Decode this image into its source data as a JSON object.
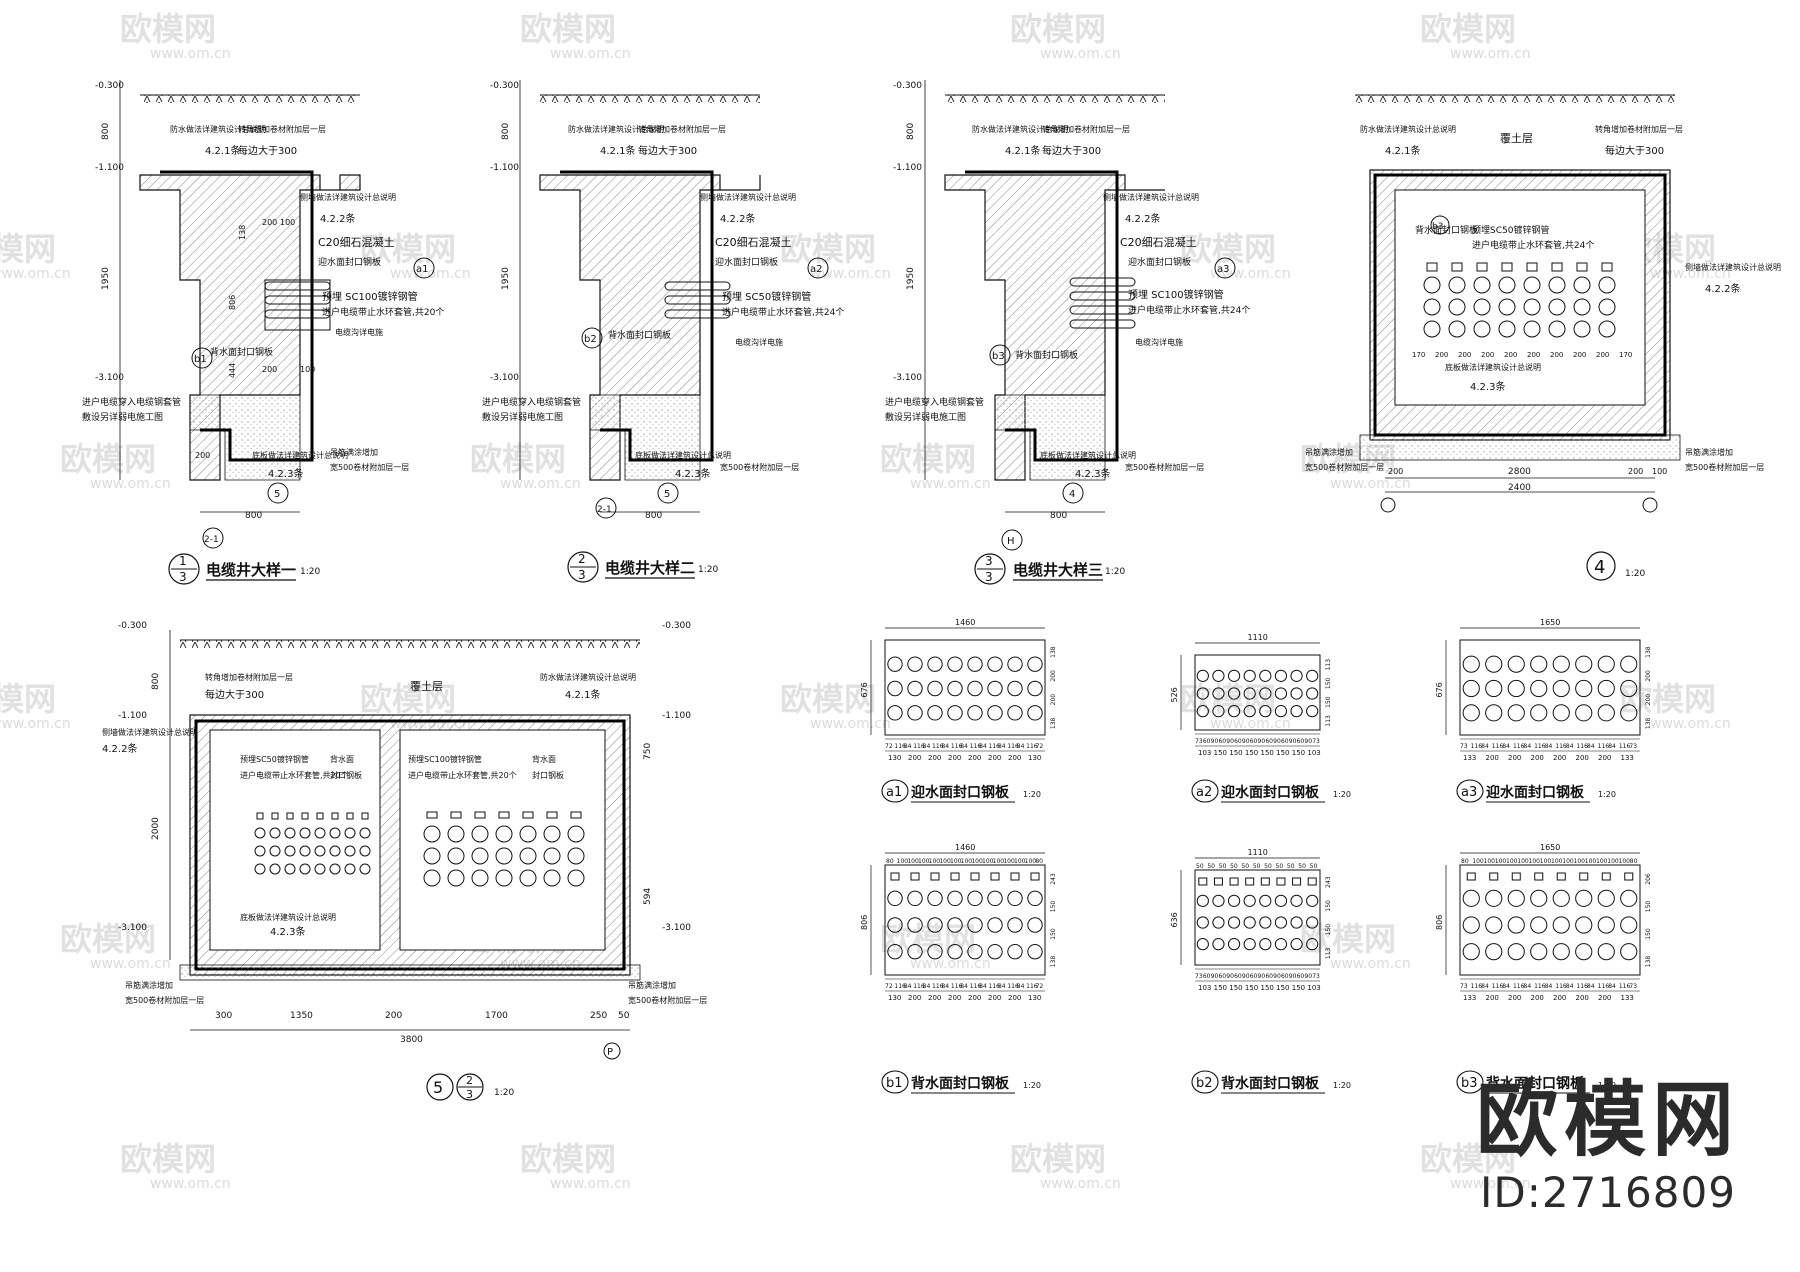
{
  "watermark": {
    "brand": "欧模网",
    "url": "www.om.cn"
  },
  "corner_brand": {
    "name": "欧模网",
    "id": "ID:2716809"
  },
  "panels": {
    "p1": {
      "num_top": "1",
      "num_bot": "3",
      "title": "电缆井大样一",
      "scale": "1:20",
      "axis": "2-1",
      "callout_a": "a1",
      "callout_b": "b1",
      "callout_mark": "5",
      "notes": {
        "n1": "防水做法详建筑设计总说明",
        "n2": "4.2.1条",
        "n3": "转角增加卷材附加层一层",
        "n4": "每边大于300",
        "n5": "侧墙做法详建筑设计总说明",
        "n6": "4.2.2条",
        "n7": "C20细石混凝土",
        "n8": "迎水面封口钢板",
        "n9": "预埋 SC100镀锌钢管",
        "n10": "进户电缆带止水环套管,共20个",
        "n11": "电缆沟详电施",
        "n12": "背水面封口钢板",
        "n13": "进户电缆穿入电缆钢套管",
        "n14": "敷设另详弱电施工图",
        "n15": "底板做法详建筑设计总说明",
        "n16": "4.2.3条",
        "n17": "吊筋满涂增加",
        "n18": "宽500卷材附加层一层"
      },
      "dims": {
        "top": "800",
        "mid": "1950",
        "el1": "-0.300",
        "el2": "-1.100",
        "el3": "-3.100",
        "bottom": "800",
        "d200": "200",
        "d100": "100",
        "d138": "138",
        "d806": "806",
        "d444": "444"
      }
    },
    "p2": {
      "num_top": "2",
      "num_bot": "3",
      "title": "电缆井大样二",
      "scale": "1:20",
      "axis": "2-1",
      "callout_a": "a2",
      "callout_b": "b2",
      "callout_mark": "5",
      "notes": {
        "n9": "预埋 SC50镀锌钢管",
        "n10": "进户电缆带止水环套管,共24个"
      }
    },
    "p3": {
      "num_top": "3",
      "num_bot": "3",
      "title": "电缆井大样三",
      "scale": "1:20",
      "axis": "H",
      "callout_a": "a3",
      "callout_b": "b3",
      "callout_mark": "4",
      "notes": {
        "n9": "预埋 SC100镀锌钢管",
        "n10": "进户电缆带止水环套管,共24个"
      }
    },
    "p4": {
      "num": "4",
      "scale": "1:20",
      "soil": "覆土层",
      "callout": "b3",
      "note1": "预埋SC50镀锌钢管",
      "note2": "进户电缆带止水环套管,共24个",
      "note3": "背水面封口钢板",
      "note4": "底板做法详建筑设计总说明",
      "note5": "4.2.3条",
      "dims": {
        "w1": "2800",
        "w2": "2400",
        "d200": "200",
        "d100": "100",
        "row": [
          "170",
          "200",
          "200",
          "200",
          "200",
          "200",
          "200",
          "200",
          "200",
          "170"
        ]
      }
    },
    "p5": {
      "num": "5",
      "sub_top": "2",
      "sub_bot": "3",
      "scale": "1:20",
      "soil": "覆土层",
      "axis": "P",
      "note_l1": "预埋SC50镀锌钢管",
      "note_l2": "进户电缆带止水环套管,共20个",
      "note_l3": "背水面",
      "note_l4": "封口钢板",
      "note_r1": "预埋SC100镀锌钢管",
      "note_r2": "进户电缆带止水环套管,共20个",
      "note_r3": "背水面",
      "note_r4": "封口钢板",
      "dims": {
        "a": "300",
        "b": "1350",
        "c": "200",
        "d": "1700",
        "e": "250",
        "f": "50",
        "total": "3800",
        "h1": "800",
        "h2": "2000",
        "h3": "750",
        "h4": "594"
      }
    }
  },
  "plates": [
    {
      "id": "a1",
      "label": "迎水面封口钢板",
      "scale": "1:20",
      "width": "1460",
      "height": "676",
      "cols": 8,
      "rows": 3,
      "squares": false,
      "bottom1": [
        "72",
        "116",
        "84",
        "116",
        "84",
        "116",
        "84",
        "116",
        "84",
        "116",
        "84",
        "116",
        "84",
        "116",
        "84",
        "116",
        "72"
      ],
      "bottom2": [
        "130",
        "200",
        "200",
        "200",
        "200",
        "200",
        "200",
        "130"
      ],
      "side": [
        "138",
        "200",
        "200",
        "138"
      ]
    },
    {
      "id": "a2",
      "label": "迎水面封口钢板",
      "scale": "1:20",
      "width": "1110",
      "height": "526",
      "cols": 8,
      "rows": 3,
      "squares": false,
      "bottom1": [
        "73",
        "60",
        "90",
        "60",
        "90",
        "60",
        "90",
        "60",
        "90",
        "60",
        "90",
        "60",
        "90",
        "60",
        "90",
        "73"
      ],
      "bottom2": [
        "103",
        "150",
        "150",
        "150",
        "150",
        "150",
        "150",
        "103"
      ],
      "side": [
        "113",
        "150",
        "150",
        "113"
      ]
    },
    {
      "id": "a3",
      "label": "迎水面封口钢板",
      "scale": "1:20",
      "width": "1650",
      "height": "676",
      "cols": 8,
      "rows": 3,
      "squares": false,
      "bottom1": [
        "73",
        "116",
        "84",
        "116",
        "84",
        "116",
        "84",
        "116",
        "84",
        "116",
        "84",
        "116",
        "84",
        "116",
        "84",
        "116",
        "73"
      ],
      "bottom2": [
        "133",
        "200",
        "200",
        "200",
        "200",
        "200",
        "200",
        "133"
      ],
      "side": [
        "138",
        "200",
        "200",
        "138"
      ]
    },
    {
      "id": "b1",
      "label": "背水面封口钢板",
      "scale": "1:20",
      "width": "1460",
      "height": "806",
      "cols": 8,
      "rows": 3,
      "squares": true,
      "bottom1": [
        "72",
        "116",
        "84",
        "116",
        "84",
        "116",
        "84",
        "116",
        "84",
        "116",
        "84",
        "116",
        "84",
        "116",
        "84",
        "116",
        "72"
      ],
      "bottom2": [
        "130",
        "200",
        "200",
        "200",
        "200",
        "200",
        "200",
        "130"
      ],
      "side": [
        "243",
        "150",
        "150",
        "138"
      ],
      "top": [
        "80",
        "100",
        "100",
        "100",
        "100",
        "100",
        "100",
        "100",
        "100",
        "100",
        "100",
        "100",
        "100",
        "100",
        "80"
      ]
    },
    {
      "id": "b2",
      "label": "背水面封口钢板",
      "scale": "1:20",
      "width": "1110",
      "height": "636",
      "cols": 8,
      "rows": 3,
      "squares": true,
      "bottom1": [
        "73",
        "60",
        "90",
        "60",
        "90",
        "60",
        "90",
        "60",
        "90",
        "60",
        "90",
        "60",
        "90",
        "60",
        "90",
        "73"
      ],
      "bottom2": [
        "103",
        "150",
        "150",
        "150",
        "150",
        "150",
        "150",
        "103"
      ],
      "side": [
        "243",
        "150",
        "150",
        "113"
      ],
      "top": [
        "50",
        "50",
        "50",
        "50",
        "50",
        "50",
        "50",
        "50",
        "50",
        "50",
        "50"
      ]
    },
    {
      "id": "b3",
      "label": "背水面封口钢板",
      "scale": "1:20",
      "width": "1650",
      "height": "806",
      "cols": 8,
      "rows": 3,
      "squares": true,
      "bottom1": [
        "73",
        "116",
        "84",
        "116",
        "84",
        "116",
        "84",
        "116",
        "84",
        "116",
        "84",
        "116",
        "84",
        "116",
        "84",
        "116",
        "73"
      ],
      "bottom2": [
        "133",
        "200",
        "200",
        "200",
        "200",
        "200",
        "200",
        "133"
      ],
      "side": [
        "206",
        "150",
        "150",
        "138"
      ],
      "top": [
        "80",
        "100",
        "100",
        "100",
        "100",
        "100",
        "100",
        "100",
        "100",
        "100",
        "100",
        "100",
        "100",
        "100",
        "100",
        "80"
      ]
    }
  ]
}
